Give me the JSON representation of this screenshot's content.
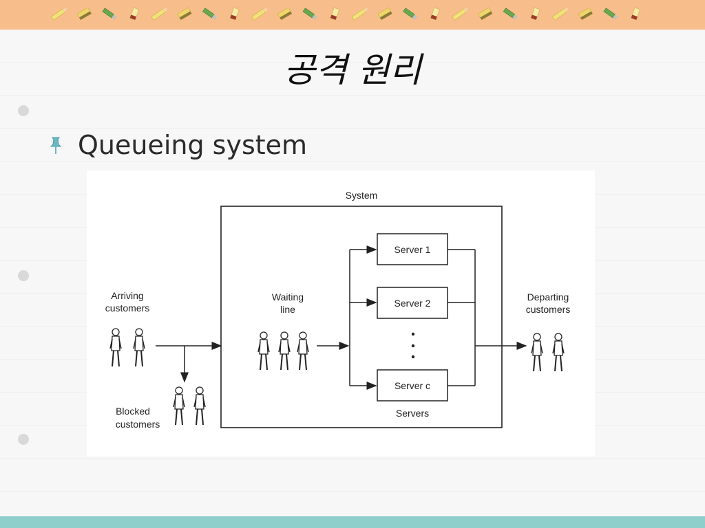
{
  "slide": {
    "title": "공격 원리",
    "bullet": "Queueing system"
  },
  "diagram": {
    "system_label": "System",
    "arriving": [
      "Arriving",
      "customers"
    ],
    "blocked": [
      "Blocked",
      "customers"
    ],
    "waiting": [
      "Waiting",
      "line"
    ],
    "departing": [
      "Departing",
      "customers"
    ],
    "servers": [
      "Server 1",
      "Server 2",
      "Server c"
    ],
    "servers_label": "Servers"
  },
  "colors": {
    "top_band": "#f7bd8a",
    "bottom_band": "#8fcfcb",
    "bullet_icon": "#6ab8c2"
  },
  "icons": [
    "pencil-icon",
    "eraser-icon",
    "pushpin-icon"
  ]
}
